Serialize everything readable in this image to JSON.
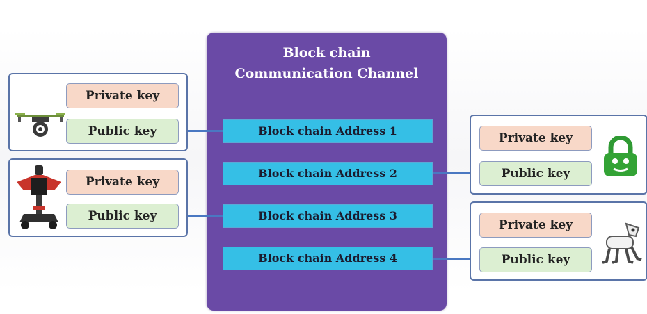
{
  "channel": {
    "title_line1": "Block chain",
    "title_line2": "Communication Channel",
    "addresses": [
      "Block chain Address 1",
      "Block chain Address 2",
      "Block chain Address 3",
      "Block chain Address 4"
    ]
  },
  "devices": [
    {
      "icon": "drone-icon",
      "private_key": "Private key",
      "public_key": "Public key"
    },
    {
      "icon": "robot-vehicle-icon",
      "private_key": "Private key",
      "public_key": "Public key"
    },
    {
      "icon": "android-lock-icon",
      "private_key": "Private key",
      "public_key": "Public key"
    },
    {
      "icon": "robot-dog-icon",
      "private_key": "Private key",
      "public_key": "Public key"
    }
  ],
  "colors": {
    "channel": "#6a4aa6",
    "address": "#35bfe6",
    "private_key": "#f8d8c8",
    "public_key": "#dcefd2",
    "border": "#5a74a8"
  }
}
